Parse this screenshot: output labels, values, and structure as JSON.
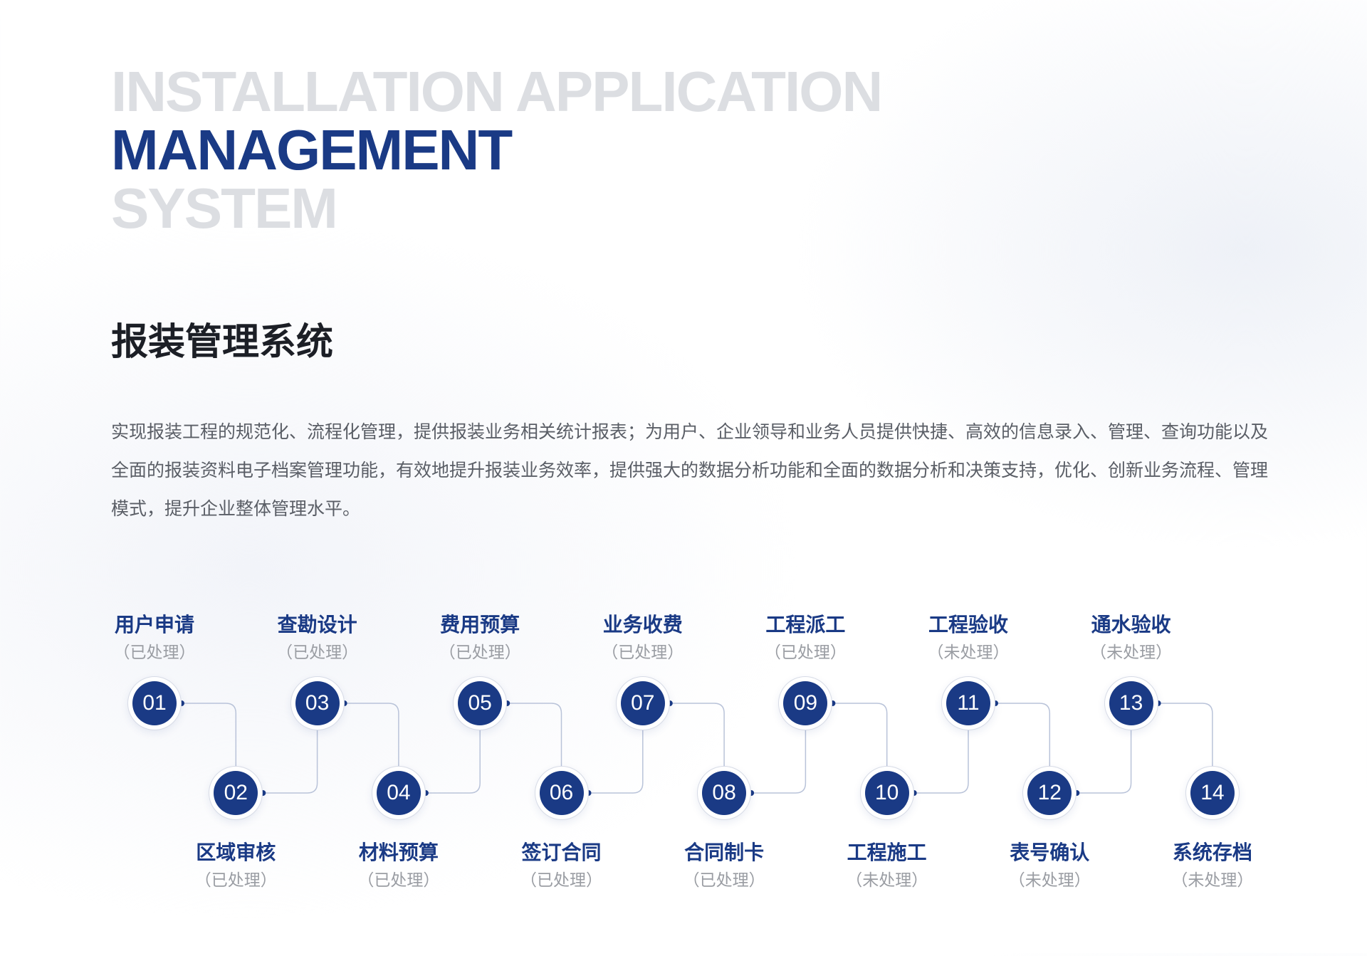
{
  "hero": {
    "line1": "INSTALLATION APPLICATION",
    "line2": "MANAGEMENT",
    "line3": "SYSTEM"
  },
  "section_title": "报装管理系统",
  "description": "实现报装工程的规范化、流程化管理，提供报装业务相关统计报表；为用户、企业领导和业务人员提供快捷、高效的信息录入、管理、查询功能以及全面的报装资料电子档案管理功能，有效地提升报装业务效率，提供强大的数据分析功能和全面的数据分析和决策支持，优化、创新业务流程、管理模式，提升企业整体管理水平。",
  "steps": [
    {
      "num": "01",
      "name": "用户申请",
      "status": "（已处理）"
    },
    {
      "num": "02",
      "name": "区域审核",
      "status": "（已处理）"
    },
    {
      "num": "03",
      "name": "查勘设计",
      "status": "（已处理）"
    },
    {
      "num": "04",
      "name": "材料预算",
      "status": "（已处理）"
    },
    {
      "num": "05",
      "name": "费用预算",
      "status": "（已处理）"
    },
    {
      "num": "06",
      "name": "签订合同",
      "status": "（已处理）"
    },
    {
      "num": "07",
      "name": "业务收费",
      "status": "（已处理）"
    },
    {
      "num": "08",
      "name": "合同制卡",
      "status": "（已处理）"
    },
    {
      "num": "09",
      "name": "工程派工",
      "status": "（已处理）"
    },
    {
      "num": "10",
      "name": "工程施工",
      "status": "（未处理）"
    },
    {
      "num": "11",
      "name": "工程验收",
      "status": "（未处理）"
    },
    {
      "num": "12",
      "name": "表号确认",
      "status": "（未处理）"
    },
    {
      "num": "13",
      "name": "通水验收",
      "status": "（未处理）"
    },
    {
      "num": "14",
      "name": "系统存档",
      "status": "（未处理）"
    }
  ],
  "colors": {
    "accent": "#1a3a85",
    "hero_gray": "#dcdee2",
    "status_gray": "#9a9da3"
  }
}
